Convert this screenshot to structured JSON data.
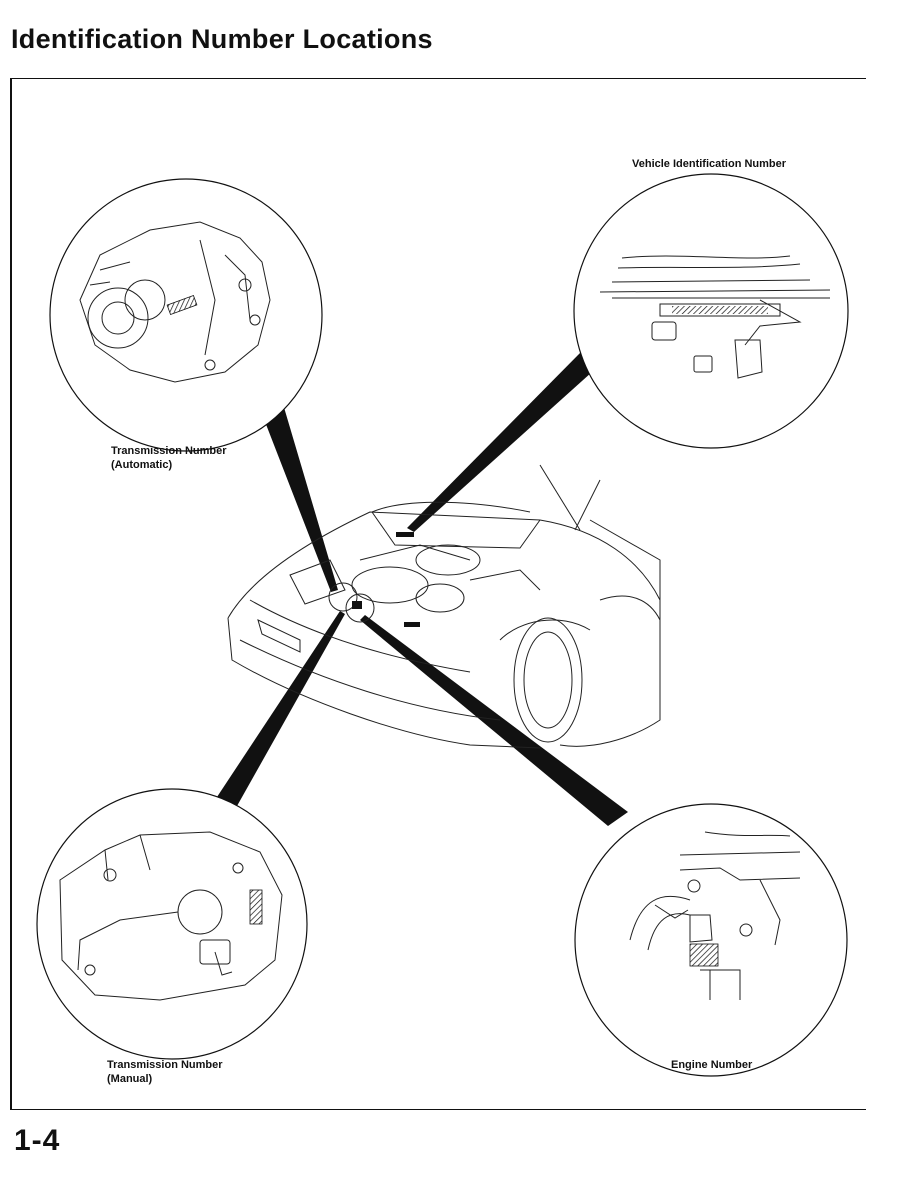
{
  "page": {
    "title": "Identification Number Locations",
    "page_number": "1-4"
  },
  "callouts": {
    "vin": {
      "label": "Vehicle Identification Number"
    },
    "transmission_automatic": {
      "line1": "Transmission Number",
      "line2": "(Automatic)"
    },
    "transmission_manual": {
      "line1": "Transmission Number",
      "line2": "(Manual)"
    },
    "engine": {
      "label": "Engine Number"
    }
  }
}
